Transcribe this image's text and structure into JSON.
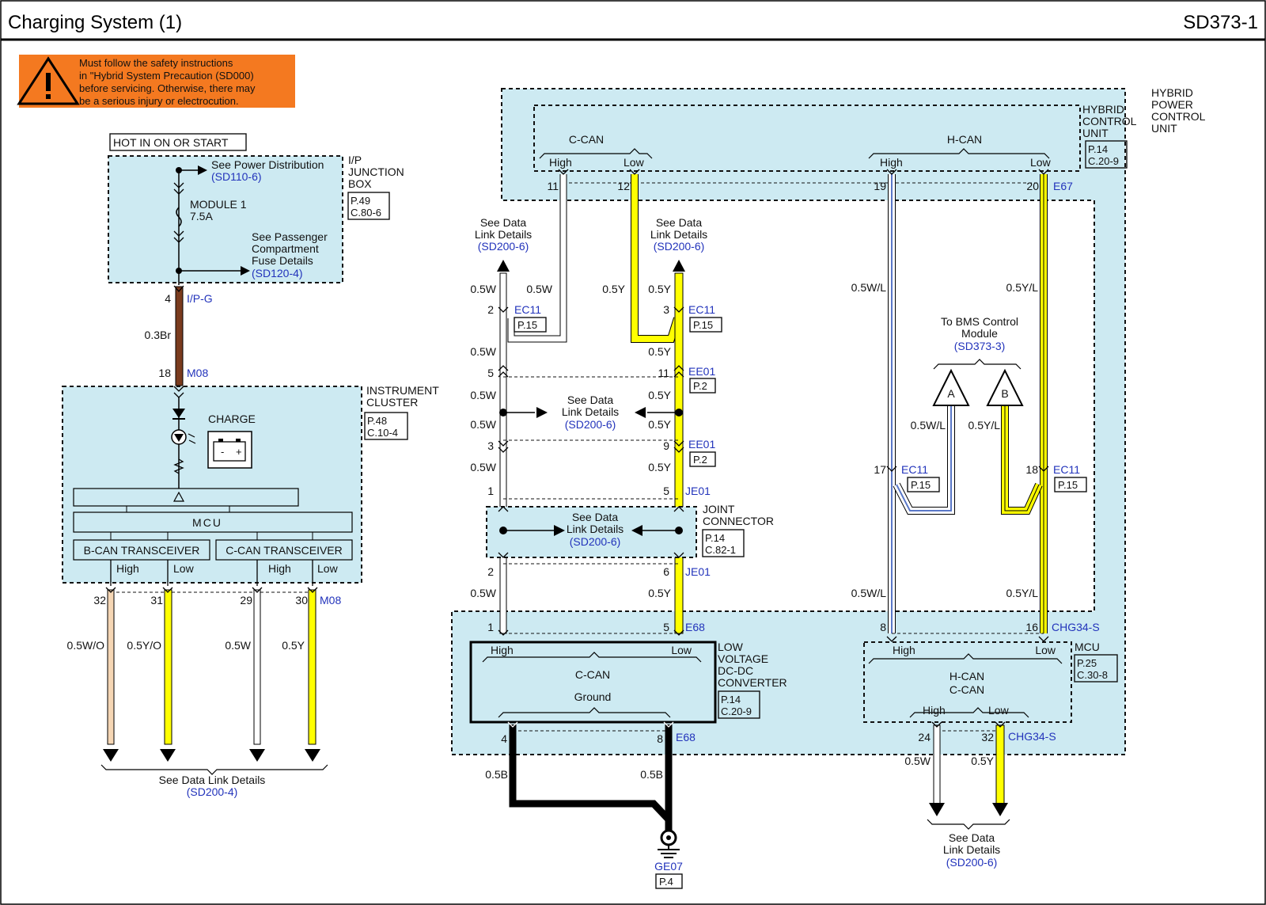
{
  "header": {
    "title": "Charging System (1)",
    "code": "SD373-1"
  },
  "warning": {
    "icon": "warning-triangle-icon",
    "line1": "Must follow the safety instructions",
    "line2": "in \"Hybrid System Precaution (SD000)",
    "line3": "before servicing. Otherwise, there may",
    "line4": "be a serious injury or electrocution.",
    "color": "#f47920"
  },
  "left": {
    "hot_label": "HOT IN ON OR START",
    "ip_box": {
      "name1": "I/P",
      "name2": "JUNCTION",
      "name3": "BOX",
      "page": "P.49",
      "conn": "C.80-6"
    },
    "power_dist": {
      "text": "See Power Distribution",
      "ref": "(SD110-6)"
    },
    "fuse": {
      "name": "MODULE 1",
      "rating": "7.5A"
    },
    "passenger": {
      "l1": "See Passenger",
      "l2": "Compartment",
      "l3": "Fuse Details",
      "ref": "(SD120-4)"
    },
    "pin4": "4",
    "conn_ipg": "I/P-G",
    "wire_br": "0.3Br",
    "pin18": "18",
    "conn_m08": "M08",
    "cluster": {
      "name1": "INSTRUMENT",
      "name2": "CLUSTER",
      "page": "P.48",
      "conn": "C.10-4",
      "charge": "CHARGE",
      "mcu": "MCU",
      "bcan": "B-CAN TRANSCEIVER",
      "ccan": "C-CAN TRANSCEIVER",
      "high1": "High",
      "low1": "Low",
      "high2": "High",
      "low2": "Low"
    },
    "pins": [
      "32",
      "31",
      "29",
      "30"
    ],
    "conn_m08_b": "M08",
    "wires": [
      "0.5W/O",
      "0.5Y/O",
      "0.5W",
      "0.5Y"
    ],
    "bottom": {
      "text": "See Data Link Details",
      "ref": "(SD200-4)"
    }
  },
  "right": {
    "hpcu": {
      "l1": "HYBRID",
      "l2": "POWER",
      "l3": "CONTROL",
      "l4": "UNIT"
    },
    "hcu": {
      "l1": "HYBRID",
      "l2": "CONTROL",
      "l3": "UNIT",
      "page": "P.14",
      "conn": "C.20-9"
    },
    "ccan": "C-CAN",
    "hcan": "H-CAN",
    "high_a": "High",
    "low_a": "Low",
    "high_b": "High",
    "low_b": "Low",
    "pin11": "11",
    "pin12": "12",
    "pin19": "19",
    "pin20": "20",
    "conn_e67": "E67",
    "sdl_left": {
      "l1": "See Data",
      "l2": "Link Details",
      "ref": "(SD200-6)"
    },
    "sdl_right": {
      "l1": "See Data",
      "l2": "Link Details",
      "ref": "(SD200-6)"
    },
    "w05w_a": "0.5W",
    "w05w_b": "0.5W",
    "w05y_a": "0.5Y",
    "w05y_b": "0.5Y",
    "ec11_pin2": "2",
    "ec11_a": "EC11",
    "ec11_a_page": "P.15",
    "ec11_pin3": "3",
    "ec11_b": "EC11",
    "ec11_b_page": "P.15",
    "w_c1": "0.5W",
    "w_c2": "0.5Y",
    "pin5": "5",
    "pin11b": "11",
    "ee01_a": "EE01",
    "ee01_a_page": "P.2",
    "w_d1": "0.5W",
    "w_d2": "0.5Y",
    "w_e1": "0.5W",
    "w_e2": "0.5Y",
    "sdl_mid": {
      "l1": "See Data",
      "l2": "Link Details",
      "ref": "(SD200-6)"
    },
    "pin3b": "3",
    "pin9": "9",
    "ee01_b": "EE01",
    "ee01_b_page": "P.2",
    "w_f1": "0.5W",
    "w_f2": "0.5Y",
    "pin1": "1",
    "pin5b": "5",
    "je01_a": "JE01",
    "joint": {
      "l1": "JOINT",
      "l2": "CONNECTOR",
      "page": "P.14",
      "conn": "C.82-1"
    },
    "sdl_joint": {
      "l1": "See Data",
      "l2": "Link Details",
      "ref": "(SD200-6)"
    },
    "pin2b": "2",
    "pin6": "6",
    "je01_b": "JE01",
    "w_g1": "0.5W",
    "w_g2": "0.5Y",
    "pin1c": "1",
    "pin5c": "5",
    "conn_e68": "E68",
    "ldc": {
      "l1": "LOW",
      "l2": "VOLTAGE",
      "l3": "DC-DC",
      "l4": "CONVERTER",
      "page": "P.14",
      "conn": "C.20-9",
      "high": "High",
      "low": "Low",
      "ccan": "C-CAN",
      "ground": "Ground"
    },
    "pin4g": "4",
    "pin8g": "8",
    "conn_e68b": "E68",
    "w_b1": "0.5B",
    "w_b2": "0.5B",
    "ground": {
      "name": "GE07",
      "page": "P.4"
    },
    "w_wl1": "0.5W/L",
    "w_yl1": "0.5Y/L",
    "bms": {
      "l1": "To BMS Control",
      "l2": "Module",
      "ref": "(SD373-3)",
      "a": "A",
      "b": "B"
    },
    "w_wl2": "0.5W/L",
    "w_yl2": "0.5Y/L",
    "pin17": "17",
    "ec11_c": "EC11",
    "ec11_c_page": "P.15",
    "pin18r": "18",
    "ec11_d": "EC11",
    "ec11_d_page": "P.15",
    "w_wl3": "0.5W/L",
    "w_yl3": "0.5Y/L",
    "pin8m": "8",
    "pin16m": "16",
    "conn_chg34": "CHG34-S",
    "mcu": {
      "name": "MCU",
      "page": "P.25",
      "conn": "C.30-8",
      "high": "High",
      "low": "Low",
      "hcan": "H-CAN",
      "ccan": "C-CAN",
      "high2": "High",
      "low2": "Low"
    },
    "pin24": "24",
    "pin32": "32",
    "conn_chg34b": "CHG34-S",
    "w_m1": "0.5W",
    "w_m2": "0.5Y",
    "sdl_bottom": {
      "l1": "See Data",
      "l2": "Link Details",
      "ref": "(SD200-6)"
    }
  },
  "colors": {
    "zone": "#cdeaf2",
    "yellow": "#ffff00",
    "brown": "#7a3b1e",
    "blue": "#2233bb",
    "wire_blue": "#5a78c8"
  }
}
